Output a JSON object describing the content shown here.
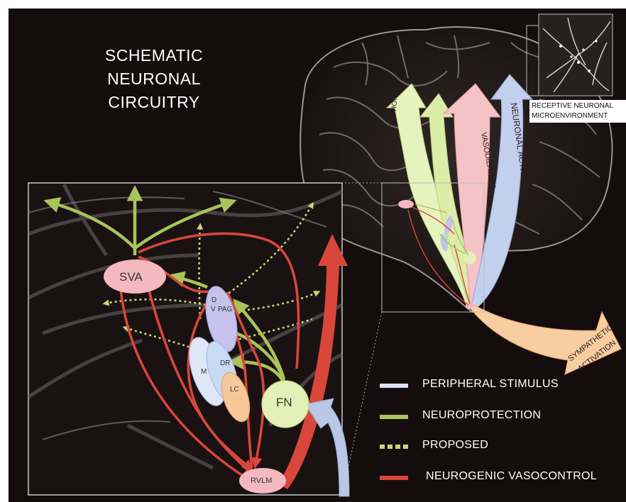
{
  "title": {
    "line1": "SCHEMATIC",
    "line2": "NEURONAL",
    "line3": "CIRCUITRY"
  },
  "callout": {
    "line1": "RECEPTIVE NEURONAL",
    "line2": "MICROENVIRONMENT"
  },
  "arrows": {
    "neuroprotection": "NEUROPROTECTION",
    "vasodilation": "VASODILATION",
    "neuronal_activation": "NEURONAL ACTIVATION",
    "sympathetic_line1": "SYMPATHETIC",
    "sympathetic_line2": "ACTIVATION"
  },
  "nodes": {
    "sva": "SVA",
    "d": "D",
    "v": "V",
    "pag": "PAG",
    "dr": "DR",
    "m": "M",
    "lc": "LC",
    "fn": "FN",
    "rvlm": "RVLM"
  },
  "legend": [
    {
      "label": "PERIPHERAL STIMULUS",
      "color": "#dfe3f3",
      "style": "solid"
    },
    {
      "label": "NEUROPROTECTION",
      "color": "#a9c45a",
      "style": "solid"
    },
    {
      "label": "PROPOSED",
      "color": "#c7d878",
      "style": "dotted"
    },
    {
      "label": "NEUROGENIC VASOCONTROL",
      "color": "#d9473b",
      "style": "solid"
    }
  ],
  "colors": {
    "background": "#150d0d",
    "neuroprotection": "#a9c45a",
    "vasocontrol": "#d9473b",
    "peripheral": "#b9c8e6",
    "node_pink": "#f4b9bf",
    "node_lavender": "#c5c3ec",
    "node_peach": "#f7c79a",
    "node_green": "#e3f0b7",
    "sympathetic": "#f8cd9f"
  }
}
